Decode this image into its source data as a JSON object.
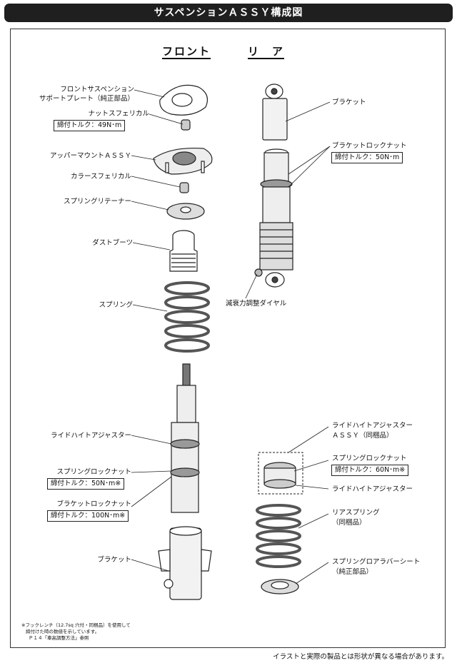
{
  "title": "サスペンションＡＳＳＹ構成図",
  "headings": {
    "front": "フロント",
    "rear": "リ　ア"
  },
  "front": {
    "support_plate": [
      "フロントサスペンション",
      "サポートプレート（純正部品）"
    ],
    "nut_spherical": "ナットスフェリカル",
    "nut_torque": "締付トルク：49N･m",
    "upper_mount": "アッパーマウントＡＳＳＹ",
    "collar_spherical": "カラースフェリカル",
    "spring_retainer": "スプリングリテーナー",
    "dust_boots": "ダストブーツ",
    "spring": "スプリング",
    "ride_height_adjuster": "ライドハイトアジャスター",
    "spring_lock_nut": "スプリングロックナット",
    "spring_lock_torque": "締付トルク：50N･m※",
    "bracket_lock_nut": "ブラケットロックナット",
    "bracket_lock_torque": "締付トルク：100N･m※",
    "bracket": "ブラケット"
  },
  "rear": {
    "bracket": "ブラケット",
    "bracket_lock_nut": "ブラケットロックナット",
    "bracket_lock_torque": "締付トルク：50N･m",
    "damping_dial": "減衰力調整ダイヤル",
    "rh_assy": [
      "ライドハイトアジャスター",
      "ＡＳＳＹ（同梱品）"
    ],
    "spring_lock_nut": "スプリングロックナット",
    "spring_lock_torque": "締付トルク：60N･m※",
    "ride_height_adjuster": "ライドハイトアジャスター",
    "rear_spring": [
      "リアスプリング",
      "（同梱品）"
    ],
    "lower_rubber_seat": [
      "スプリングロアラバーシート",
      "（純正部品）"
    ]
  },
  "note": [
    "※フックレンチ（12.7sq 穴付・同梱品）を使用して",
    "締付けた時の数値を示しています。",
    "Ｐ１４「車高調整方法」参照"
  ],
  "footer": "イラストと実際の製品とは形状が異なる場合があります。"
}
